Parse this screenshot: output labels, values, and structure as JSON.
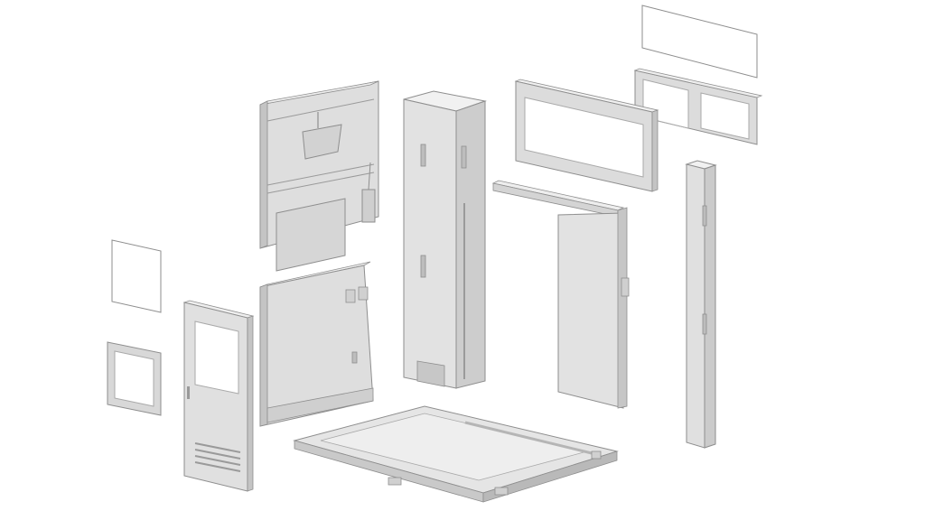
{
  "scene": {
    "description_visible_text": "",
    "colors": {
      "background": "#ffffff",
      "face_light": "#e9e9e9",
      "face_mid": "#dcdcdc",
      "face_dark": "#c4c4c4",
      "face_shadow": "#a9a9a9",
      "outline": "#8e8e8e",
      "glass": "#ffffff"
    },
    "parts": [
      {
        "id": "glass-pane-top-right"
      },
      {
        "id": "double-window-frame"
      },
      {
        "id": "wall-panel-upper-with-fixtures"
      },
      {
        "id": "square-corner-pillar"
      },
      {
        "id": "long-window-frame"
      },
      {
        "id": "sliding-door-panel"
      },
      {
        "id": "thin-pillar"
      },
      {
        "id": "glass-pane-small-left"
      },
      {
        "id": "small-window-frame"
      },
      {
        "id": "entry-door-with-vent"
      },
      {
        "id": "wall-panel-lower-with-outlets"
      },
      {
        "id": "floor-base-plate"
      }
    ]
  }
}
